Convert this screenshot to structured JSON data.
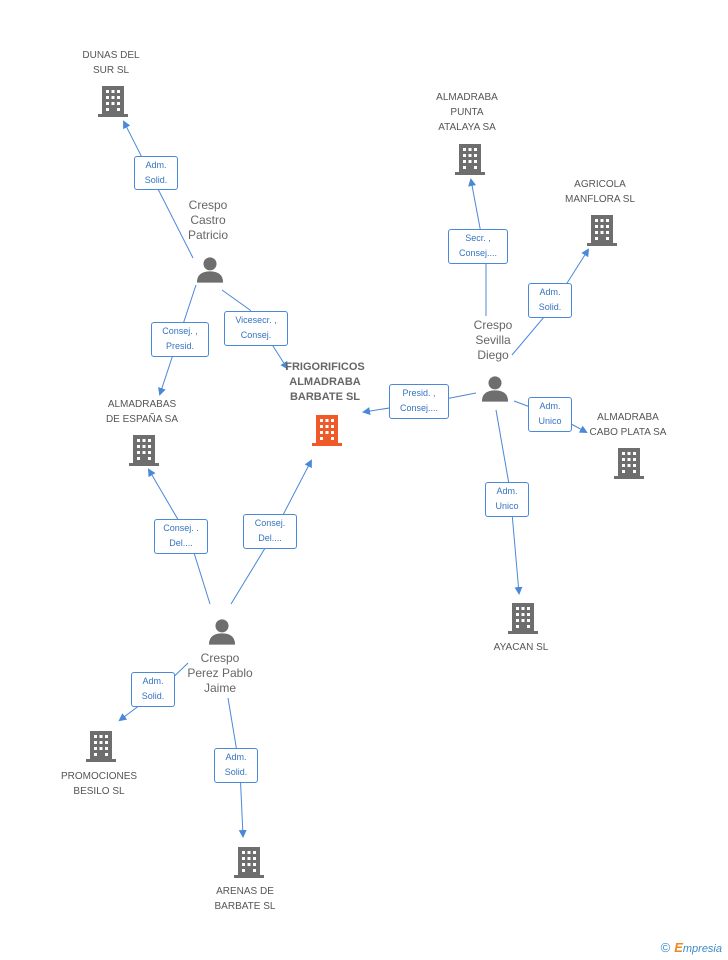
{
  "companies": {
    "main": "FRIGORIFICOS\nALMADRABA\nBARBATE SL",
    "dunas": "DUNAS DEL\nSUR SL",
    "almadraba_punta": "ALMADRABA\nPUNTA\nATALAYA SA",
    "agricola": "AGRICOLA\nMANFLORA SL",
    "almadrabas_espana": "ALMADRABAS\nDE ESPAÑA SA",
    "cabo_plata": "ALMADRABA\nCABO PLATA SA",
    "ayacan": "AYACAN SL",
    "promociones": "PROMOCIONES\nBESILO SL",
    "arenas": "ARENAS DE\nBARBATE SL"
  },
  "persons": {
    "castro": "Crespo\nCastro\nPatricio",
    "sevilla": "Crespo\nSevilla\nDiego",
    "perez": "Crespo\nPerez Pablo\nJaime"
  },
  "relations": {
    "r1": "Adm.\nSolid.",
    "r2": "Consej. ,\nPresid.",
    "r3": "Vicesecr. ,\nConsej.",
    "r4": "Secr. ,\nConsej....",
    "r5": "Adm.\nSolid.",
    "r6": "Presid. ,\nConsej....",
    "r7": "Adm.\nUnico",
    "r8": "Adm.\nUnico",
    "r9": "Consej. .\nDel....",
    "r10": "Consej.\nDel....",
    "r11": "Adm.\nSolid.",
    "r12": "Adm.\nSolid."
  },
  "brand": {
    "symbol": "©",
    "first_letter": "E",
    "rest": "mpresia"
  },
  "colors": {
    "edge": "#4a88d8",
    "building": "#6e6e6e",
    "main_building": "#f05a28",
    "person": "#6e6e6e"
  }
}
